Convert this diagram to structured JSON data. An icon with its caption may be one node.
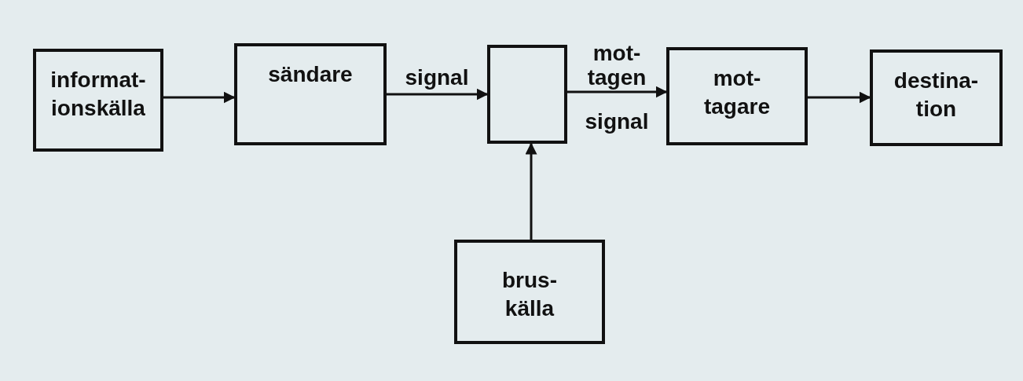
{
  "diagram": {
    "nodes": [
      {
        "text": [
          "informat- ionskälla"
        ]
      },
      {
        "text": [
          "sändare"
        ]
      },
      {
        "text": [],
        "shape": "box"
      },
      {
        "text": [
          "mot- tagare"
        ]
      },
      {
        "text": [
          "destina- tion"
        ]
      },
      {
        "text": [
          "brus- källa"
        ]
      }
    ],
    "edges": [
      {
        "from": 0,
        "to": 1,
        "arrow": "to"
      },
      {
        "from": 1,
        "to": 2,
        "label": "signal",
        "arrow": "to"
      },
      {
        "from": 2,
        "to": 3,
        "label": "mot- tagen",
        "arrow": "to"
      },
      {
        "from": 3,
        "to": 4,
        "arrow": "to"
      },
      {
        "from": 5,
        "to": 2,
        "arrow": "to"
      }
    ],
    "labels": [
      "signal"
    ]
  }
}
